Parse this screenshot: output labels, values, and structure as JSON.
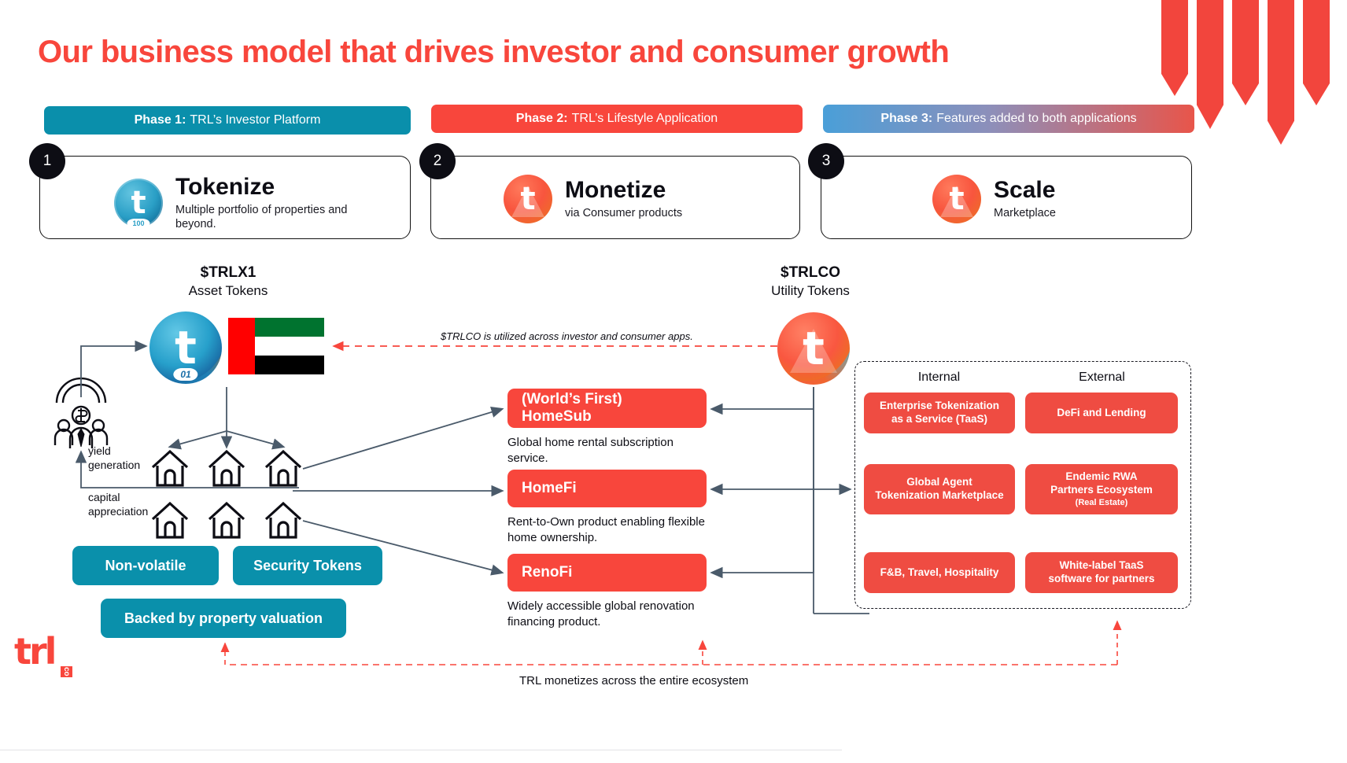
{
  "header": {
    "title": "Our business model that drives investor and consumer growth"
  },
  "phases": [
    {
      "label": "Phase 1:",
      "text": "TRL’s Investor Platform",
      "color": "#0a8fab",
      "number": "1"
    },
    {
      "label": "Phase 2:",
      "text": "TRL’s Lifestyle Application",
      "color": "#f8463c",
      "number": "2"
    },
    {
      "label": "Phase 3:",
      "text": "Features added to both applications",
      "color": "#4a9fd8",
      "number": "3"
    }
  ],
  "cards": [
    {
      "title": "Tokenize",
      "sub": "Multiple portfolio of properties and beyond.",
      "coin_badge": "100",
      "icon": "trl-token-blue-icon"
    },
    {
      "title": "Monetize",
      "sub": "via Consumer products",
      "icon": "trl-token-red-icon"
    },
    {
      "title": "Scale",
      "sub": "Marketplace",
      "icon": "trl-token-red-icon"
    }
  ],
  "tokens": {
    "asset": {
      "symbol": "$TRLX1",
      "name": "Asset Tokens",
      "coin_badge": "01"
    },
    "utility": {
      "symbol": "$TRLCO",
      "name": "Utility Tokens"
    }
  },
  "annotations": {
    "trlco_flow": "$TRLCO is utilized across investor and consumer apps.",
    "footer_flow": "TRL monetizes across the entire ecosystem",
    "yield": "yield\ngeneration",
    "yield_line1": "yield",
    "yield_line2": "generation",
    "capital_line1": "capital",
    "capital_line2": "appreciation"
  },
  "asset_pills": [
    {
      "label": "Non-volatile"
    },
    {
      "label": "Security Tokens"
    },
    {
      "label": "Backed by property valuation"
    }
  ],
  "products": [
    {
      "name": "(World’s First) HomeSub",
      "desc": "Global home rental subscription service."
    },
    {
      "name": "HomeFi",
      "desc": "Rent-to-Own product enabling flexible home ownership."
    },
    {
      "name": "RenoFi",
      "desc": "Widely accessible global renovation financing product."
    }
  ],
  "ecosystem": {
    "internal_header": "Internal",
    "external_header": "External",
    "internal": [
      {
        "line1": "Enterprise Tokenization",
        "line2": "as a Service (TaaS)"
      },
      {
        "line1": "Global Agent",
        "line2": "Tokenization Marketplace"
      },
      {
        "line1": "F&B, Travel, Hospitality",
        "line2": ""
      }
    ],
    "external": [
      {
        "line1": "DeFi and Lending",
        "line2": ""
      },
      {
        "line1": "Endemic RWA",
        "line2": "Partners Ecosystem",
        "small": "(Real Estate)"
      },
      {
        "line1": "White-label TaaS",
        "line2": "software for partners"
      }
    ]
  },
  "logo": {
    "word": "trl",
    "suffix": "co"
  },
  "colors": {
    "brand_red": "#f8463c",
    "brand_teal": "#0a90ab",
    "eco_red": "#ef4c42",
    "arrow_gray": "#4a5a6a",
    "dark": "#0d0d14"
  }
}
